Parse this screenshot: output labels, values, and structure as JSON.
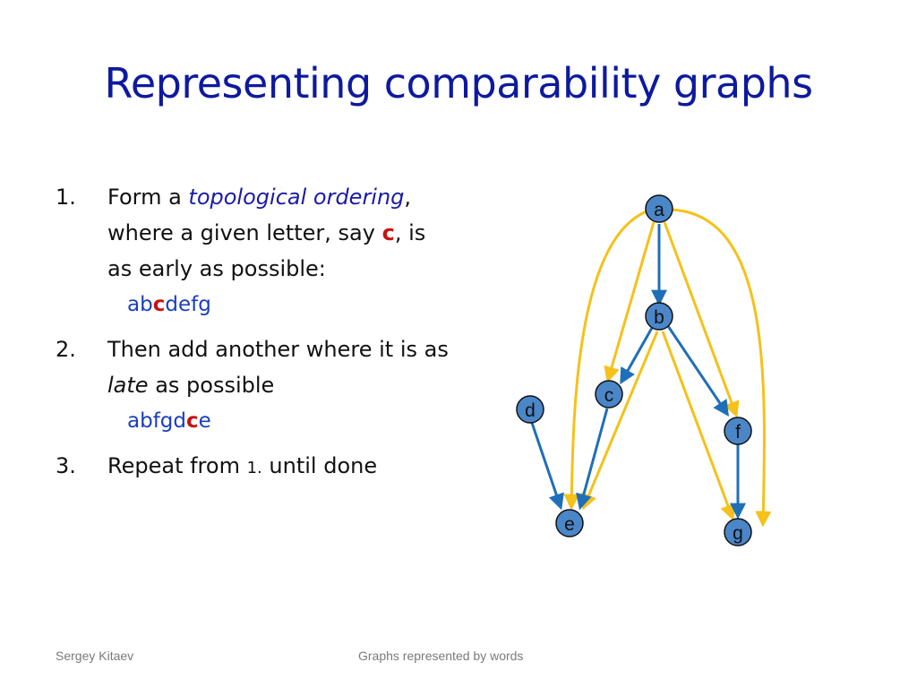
{
  "slide": {
    "title": "Representing comparability graphs",
    "steps": [
      {
        "num": "1.",
        "pre": "Form a ",
        "em": "topological ordering",
        "post1": ", where a given letter, say ",
        "letter": "c",
        "post2": ", is as early as possible:",
        "word_pre": "ab",
        "word_letter": "c",
        "word_post": "defg"
      },
      {
        "num": "2.",
        "pre": "Then add another where it is as ",
        "em": "late",
        "post1": " as possible",
        "word_pre": "abfgd",
        "word_letter": "c",
        "word_post": "e"
      },
      {
        "num": "3.",
        "pre": "Repeat from ",
        "ref": "1.",
        "post1": " until done"
      }
    ]
  },
  "graph": {
    "nodes": [
      {
        "id": "a",
        "label": "a"
      },
      {
        "id": "b",
        "label": "b"
      },
      {
        "id": "c",
        "label": "c"
      },
      {
        "id": "d",
        "label": "d"
      },
      {
        "id": "e",
        "label": "e"
      },
      {
        "id": "f",
        "label": "f"
      },
      {
        "id": "g",
        "label": "g"
      }
    ],
    "edge_colors": {
      "blue": "#1f6fb8",
      "yellow": "#f5c11a"
    },
    "node_fill": "#4a86c8"
  },
  "footer": {
    "author": "Sergey Kitaev",
    "subject": "Graphs represented by words"
  }
}
